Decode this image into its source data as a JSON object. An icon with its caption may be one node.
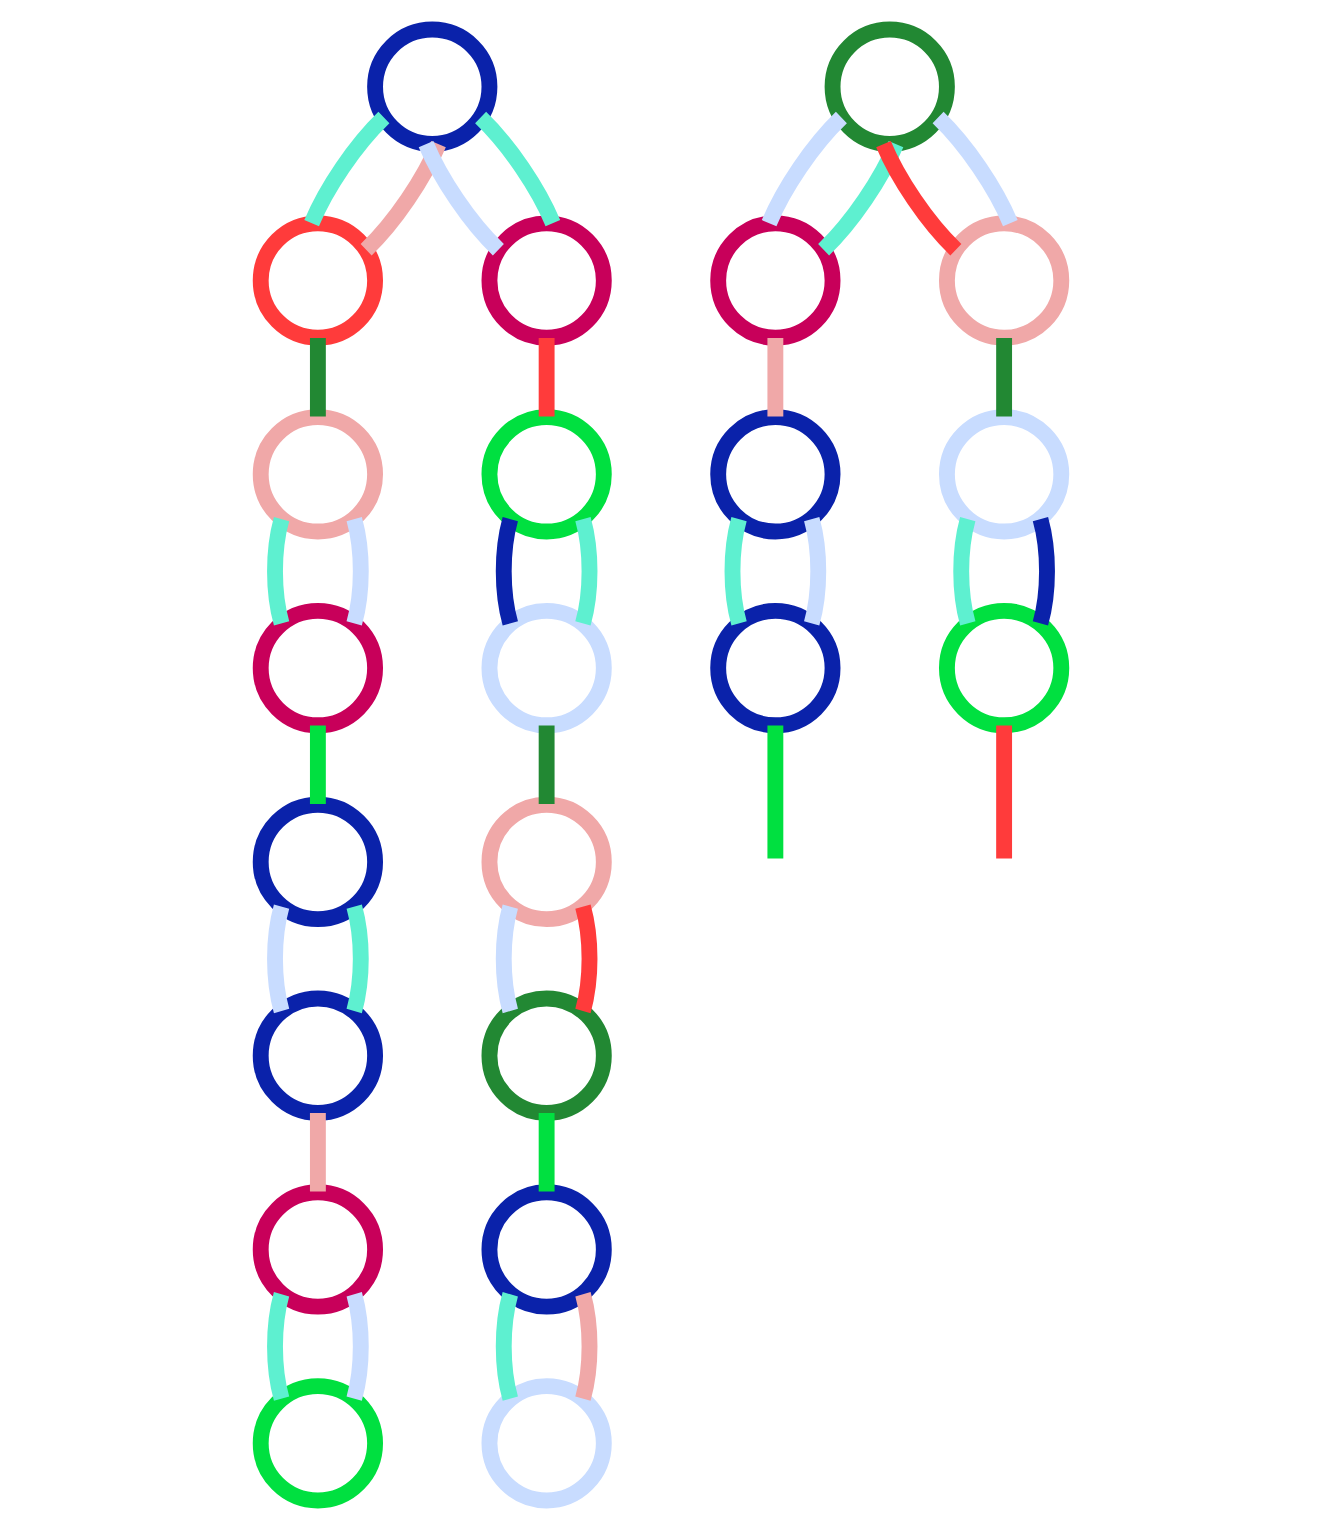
{
  "diagram": {
    "nodes": [
      {
        "text": [],
        "shape": "circle"
      },
      {
        "text": [],
        "shape": "circle"
      },
      {
        "text": [],
        "shape": "circle"
      },
      {
        "text": [],
        "shape": "circle"
      },
      {
        "text": [],
        "shape": "circle"
      },
      {
        "text": [],
        "shape": "circle"
      },
      {
        "text": [],
        "shape": "circle"
      },
      {
        "text": [],
        "shape": "circle"
      },
      {
        "text": [],
        "shape": "circle"
      },
      {
        "text": [],
        "shape": "circle"
      },
      {
        "text": [],
        "shape": "circle"
      },
      {
        "text": [],
        "shape": "circle"
      },
      {
        "text": [],
        "shape": "circle"
      },
      {
        "text": [],
        "shape": "circle"
      },
      {
        "text": [],
        "shape": "circle"
      },
      {
        "text": [],
        "shape": "circle"
      },
      {
        "text": [],
        "shape": "circle"
      },
      {
        "text": [],
        "shape": "circle"
      },
      {
        "text": [],
        "shape": "circle"
      },
      {
        "text": [],
        "shape": "circle"
      },
      {
        "text": [],
        "shape": "circle"
      },
      {
        "text": [],
        "shape": "circle"
      }
    ],
    "edges": [
      {
        "from": 0,
        "to": 1,
        "arrow": "none"
      },
      {
        "from": 0,
        "to": 1,
        "arrow": "none",
        "color": "#f0a8a8"
      },
      {
        "from": 0,
        "to": 2,
        "arrow": "none",
        "color": "#c8dcff"
      },
      {
        "from": 0,
        "to": 2,
        "arrow": "none"
      },
      {
        "from": 1,
        "to": 3,
        "arrow": "none",
        "color": "#228833"
      },
      {
        "from": 2,
        "to": 4,
        "arrow": "none",
        "color": "#ff3b3b"
      },
      {
        "from": 3,
        "to": 5,
        "arrow": "none"
      },
      {
        "from": 3,
        "to": 5,
        "arrow": "none",
        "color": "#c8dcff"
      },
      {
        "from": 4,
        "to": 6,
        "arrow": "none",
        "color": "#0a22aa"
      },
      {
        "from": 4,
        "to": 6,
        "arrow": "none"
      },
      {
        "from": 5,
        "to": 7,
        "arrow": "none",
        "color": "#00e040"
      },
      {
        "from": 6,
        "to": 9,
        "arrow": "none",
        "color": "#228833"
      },
      {
        "from": 7,
        "to": 10,
        "arrow": "none",
        "color": "#c8dcff"
      },
      {
        "from": 7,
        "to": 10,
        "arrow": "none"
      },
      {
        "from": 8,
        "to": 11,
        "arrow": "none",
        "color": "#c8dcff"
      },
      {
        "from": 8,
        "to": 11,
        "arrow": "none"
      },
      {
        "from": 8,
        "to": 12,
        "arrow": "none",
        "color": "#ff3b3b"
      },
      {
        "from": 8,
        "to": 12,
        "arrow": "none",
        "color": "#c8dcff"
      },
      {
        "from": 9,
        "to": 13,
        "arrow": "none",
        "color": "#c8dcff"
      },
      {
        "from": 9,
        "to": 13,
        "arrow": "none",
        "color": "#ff3b3b"
      },
      {
        "from": 10,
        "to": 14,
        "arrow": "none",
        "color": "#f0a8a8"
      },
      {
        "from": 11,
        "to": 15,
        "arrow": "none",
        "color": "#f0a8a8"
      },
      {
        "from": 12,
        "to": 16,
        "arrow": "none",
        "color": "#228833"
      },
      {
        "from": 13,
        "to": 17,
        "arrow": "none",
        "color": "#00e040"
      },
      {
        "from": 14,
        "to": 18,
        "arrow": "none"
      },
      {
        "from": 14,
        "to": 18,
        "arrow": "none",
        "color": "#c8dcff"
      },
      {
        "from": 15,
        "to": 19,
        "arrow": "none"
      },
      {
        "from": 15,
        "to": 19,
        "arrow": "none",
        "color": "#c8dcff"
      },
      {
        "from": 16,
        "to": 20,
        "arrow": "none"
      },
      {
        "from": 16,
        "to": 20,
        "arrow": "none",
        "color": "#0a22aa"
      },
      {
        "from": 17,
        "to": 21,
        "arrow": "none"
      },
      {
        "from": 17,
        "to": 21,
        "arrow": "none",
        "color": "#f0a8a8"
      },
      {
        "from": 19,
        "to": null,
        "arrow": "none",
        "color": "#00e040"
      },
      {
        "from": 20,
        "to": null,
        "arrow": "none",
        "color": "#ff3b3b"
      }
    ]
  }
}
